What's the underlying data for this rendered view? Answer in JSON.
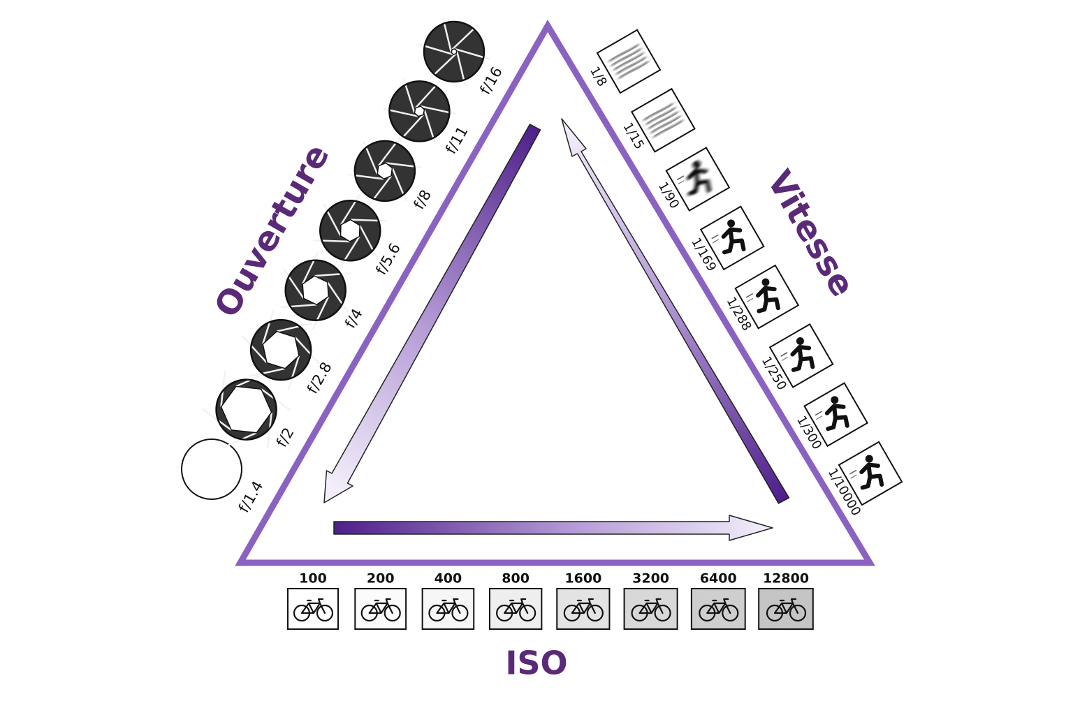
{
  "titles": {
    "aperture": "Ouverture",
    "shutter": "Vitesse",
    "iso": "ISO"
  },
  "colors": {
    "purple_main": "#8a62c2",
    "purple_dark": "#4e1f8a",
    "title_purple": "#5a2a78",
    "arrow_light": "#f3eefa"
  },
  "aperture": {
    "icon": "aperture-icon",
    "stops": [
      {
        "label": "f/1.4",
        "blade_openness": 1.0
      },
      {
        "label": "f/2",
        "blade_openness": 0.88
      },
      {
        "label": "f/2.8",
        "blade_openness": 0.66
      },
      {
        "label": "f/4",
        "blade_openness": 0.5
      },
      {
        "label": "f/5.6",
        "blade_openness": 0.38
      },
      {
        "label": "f/8",
        "blade_openness": 0.28
      },
      {
        "label": "f/11",
        "blade_openness": 0.18
      },
      {
        "label": "f/16",
        "blade_openness": 0.1
      }
    ]
  },
  "shutter": {
    "icon": "runner-icon",
    "speeds": [
      {
        "label": "1/8",
        "motion_blur": 1.0
      },
      {
        "label": "1/15",
        "motion_blur": 0.8
      },
      {
        "label": "1/90",
        "motion_blur": 0.5
      },
      {
        "label": "1/169",
        "motion_blur": 0.3
      },
      {
        "label": "1/288",
        "motion_blur": 0.2
      },
      {
        "label": "1/250",
        "motion_blur": 0.15
      },
      {
        "label": "1/300",
        "motion_blur": 0.1
      },
      {
        "label": "1/10000",
        "motion_blur": 0.0
      }
    ]
  },
  "iso": {
    "icon": "bicycle-icon",
    "values": [
      {
        "label": "100",
        "noise": 0.0
      },
      {
        "label": "200",
        "noise": 0.05
      },
      {
        "label": "400",
        "noise": 0.1
      },
      {
        "label": "800",
        "noise": 0.2
      },
      {
        "label": "1600",
        "noise": 0.35
      },
      {
        "label": "3200",
        "noise": 0.5
      },
      {
        "label": "6400",
        "noise": 0.65
      },
      {
        "label": "12800",
        "noise": 0.8
      }
    ]
  }
}
